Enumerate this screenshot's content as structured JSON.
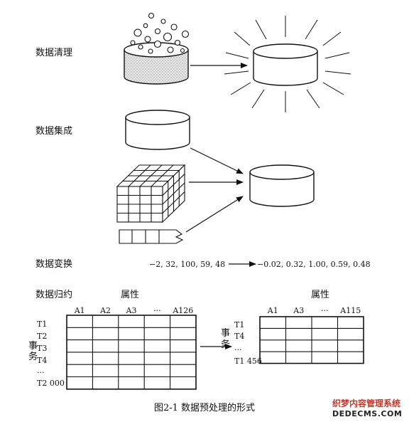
{
  "sections": {
    "cleaning": "数据清理",
    "integration": "数据集成",
    "transformation": "数据变换",
    "reduction": "数据归约"
  },
  "transform": {
    "input": "−2, 32, 100, 59, 48",
    "output": "−0.02, 0.32, 1.00, 0.59, 0.48"
  },
  "reduction": {
    "attr_label": "属性",
    "txn_label": "事务",
    "left_table": {
      "columns": [
        "A1",
        "A2",
        "A3",
        "···",
        "A126"
      ],
      "rows": [
        "T1",
        "T2",
        "T3",
        "T4",
        "...",
        "T2 000"
      ]
    },
    "right_table": {
      "columns": [
        "A1",
        "A3",
        "···",
        "A115"
      ],
      "rows": [
        "T1",
        "T4",
        "...",
        "T1 456"
      ]
    }
  },
  "caption": "图2-1   数据预处理的形式",
  "watermark": {
    "line1": "织梦内容管理系统",
    "line2": "DEDECMS.COM"
  },
  "colors": {
    "ink": "#111111",
    "dirty_fill": "#dcdcdc",
    "watermark_red": "#c0392b"
  }
}
